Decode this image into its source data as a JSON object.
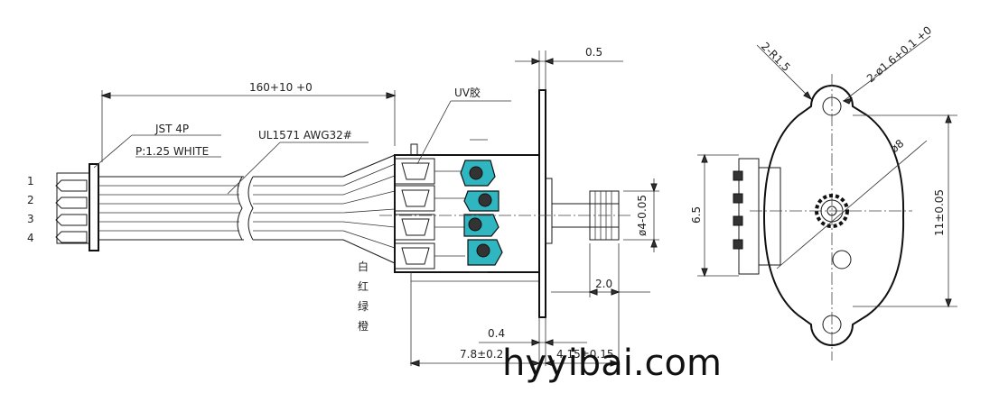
{
  "connector_pins": [
    "1",
    "2",
    "3",
    "4"
  ],
  "labels": {
    "cable_length": "160+10\n+0",
    "connector": "JST 4P",
    "pitch": "P:1.25 WHITE",
    "wire_spec": "UL1571 AWG32#",
    "uv_glue": "UV胶",
    "plate_thickness": "0.5",
    "shaft_dia": "ø4-0.05",
    "gear_offset": "2.0",
    "plate_gap": "0.4",
    "body_len": "7.8±0.2",
    "shaft_len": "4.15±0.15",
    "mount_radius": "2-R1.5",
    "hole_dia": "2-ø1.6+0.1\n+0",
    "body_dia": "ø8",
    "pin_span": "6.5",
    "mount_span": "11±0.05"
  },
  "wire_colors_cn": [
    "白",
    "红",
    "绿",
    "橙"
  ],
  "watermark": "hyyibai.com"
}
